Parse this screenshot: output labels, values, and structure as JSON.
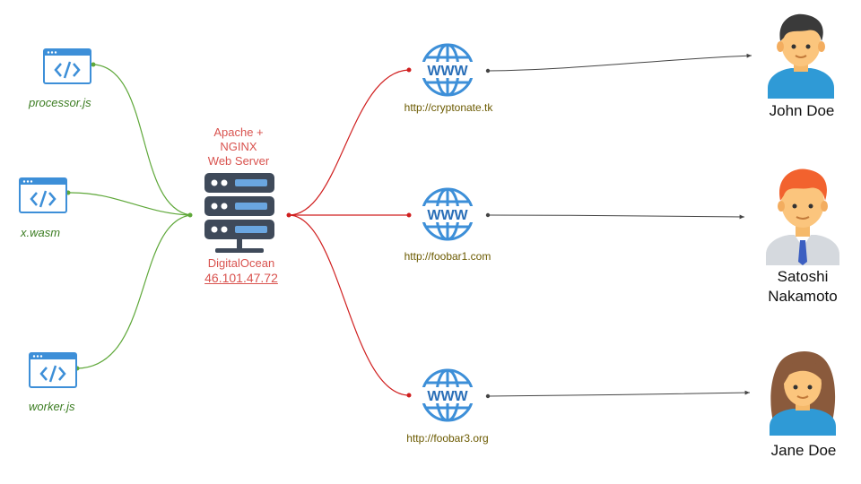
{
  "colors": {
    "file_link": "#5fa83a",
    "server_link": "#d01f1f",
    "user_link": "#444444",
    "icon_blue": "#3d8fd8",
    "server_dark": "#3f4a5a",
    "server_slot": "#6aa6e0"
  },
  "files": [
    {
      "name": "processor.js",
      "icon": "code-window-icon"
    },
    {
      "name": "x.wasm",
      "icon": "code-window-icon"
    },
    {
      "name": "worker.js",
      "icon": "code-window-icon"
    }
  ],
  "server": {
    "title_lines": [
      "Apache +",
      "NGINX",
      "Web Server"
    ],
    "provider": "DigitalOcean",
    "ip": "46.101.47.72",
    "icon": "server-rack-icon"
  },
  "sites": [
    {
      "url": "http://cryptonate.tk",
      "icon": "www-globe-icon"
    },
    {
      "url": "http://foobar1.com",
      "icon": "www-globe-icon"
    },
    {
      "url": "http://foobar3.org",
      "icon": "www-globe-icon"
    }
  ],
  "users": [
    {
      "name_lines": [
        "John Doe"
      ],
      "icon": "user-male-avatar-icon"
    },
    {
      "name_lines": [
        "Satoshi",
        "Nakamoto"
      ],
      "icon": "user-businessman-avatar-icon"
    },
    {
      "name_lines": [
        "Jane Doe"
      ],
      "icon": "user-female-avatar-icon"
    }
  ]
}
